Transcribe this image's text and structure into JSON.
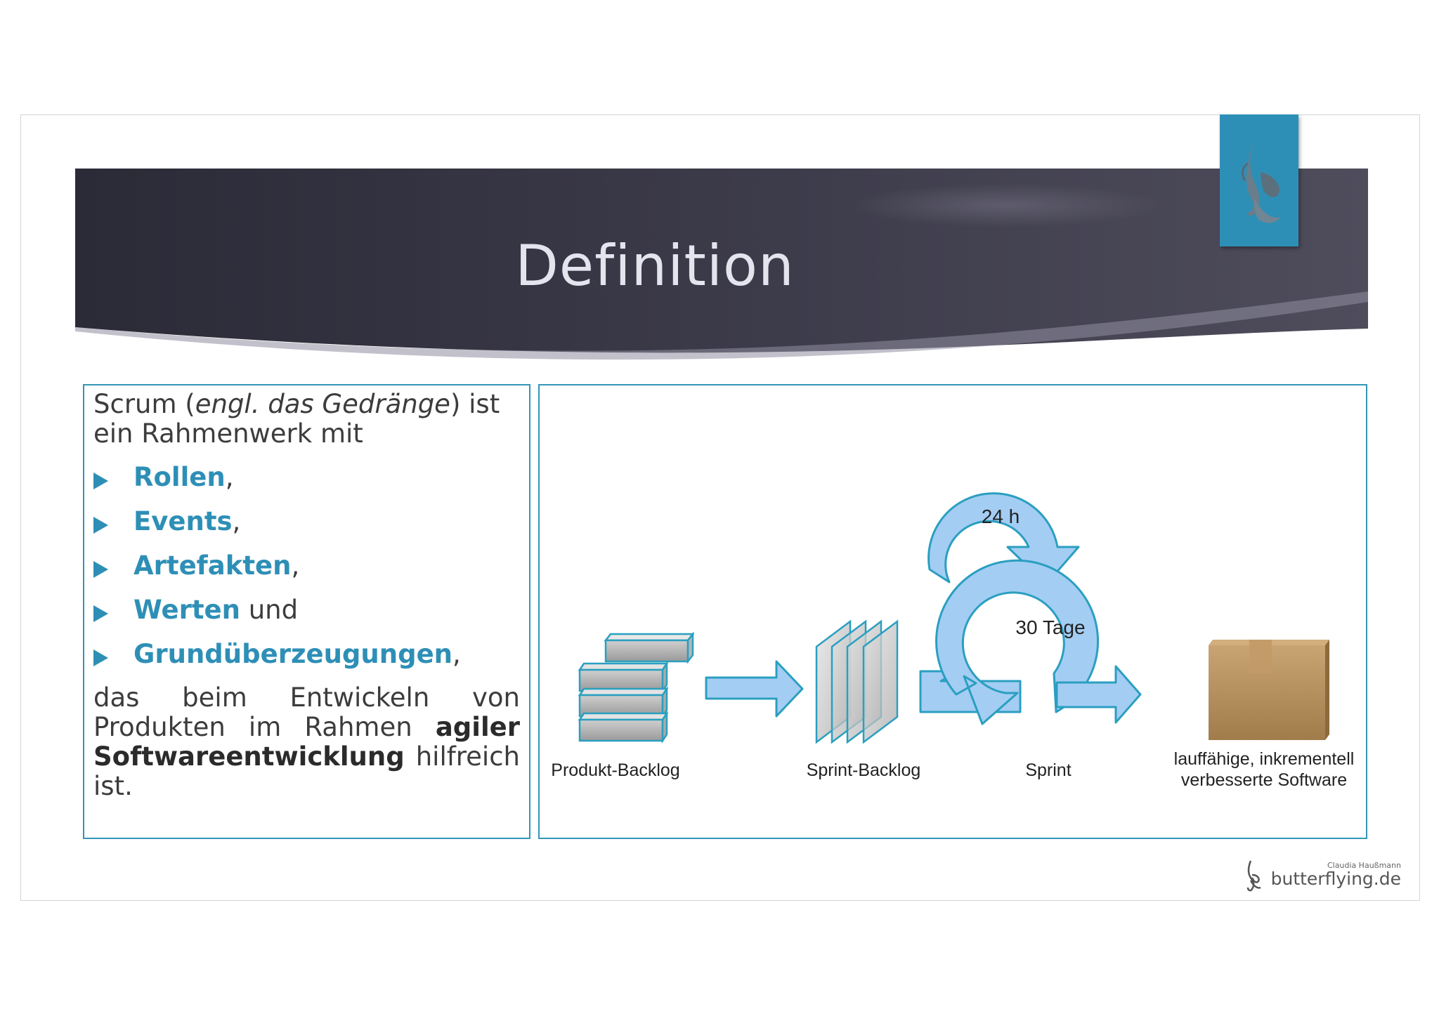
{
  "slide": {
    "title": "Definition",
    "intro": {
      "t1": "Scrum (",
      "em": "engl. das Gedränge",
      "t2": ") ist ein Rahmenwerk mit"
    },
    "bullets": [
      {
        "keyword": "Rollen",
        "suffix": ","
      },
      {
        "keyword": "Events",
        "suffix": ","
      },
      {
        "keyword": "Artefakten",
        "suffix": ","
      },
      {
        "keyword": "Werten",
        "suffix": " und"
      },
      {
        "keyword": "Grundüberzeugungen",
        "suffix": ","
      }
    ],
    "outro": {
      "t1": "das beim Entwickeln von Produkten im Rahmen ",
      "b1": "agiler Softwareentwicklung",
      "t2": " hilfreich ist."
    }
  },
  "diagram": {
    "daily_label": "24 h",
    "sprint_cycle_label": "30 Tage",
    "labels": {
      "product_backlog": "Produkt-Backlog",
      "sprint_backlog": "Sprint-Backlog",
      "sprint": "Sprint",
      "increment_line1": "lauffähige, inkrementell",
      "increment_line2": "verbesserte Software"
    }
  },
  "footer": {
    "brand_small": "Claudia Haußmann",
    "brand": "butterflying.de"
  },
  "colors": {
    "accent": "#2e8fb6",
    "banner_dark": "#2c2b38",
    "arrow_fill": "#a4cdf3",
    "arrow_stroke": "#2a9fc0"
  }
}
